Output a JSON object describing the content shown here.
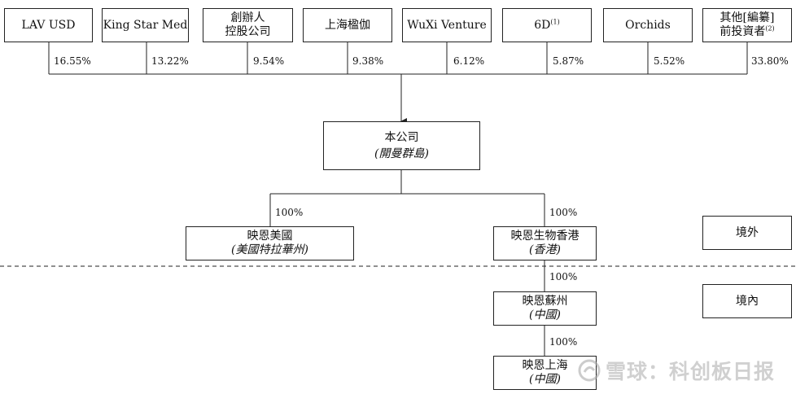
{
  "shareholders": [
    {
      "name": "LAV USD",
      "percent": "16.55%"
    },
    {
      "name": "King Star Med",
      "percent": "13.22%"
    },
    {
      "name": "創辦人",
      "name_line2": "控股公司",
      "percent": "9.54%"
    },
    {
      "name": "上海楹伽",
      "percent": "9.38%"
    },
    {
      "name": "WuXi Venture",
      "percent": "6.12%"
    },
    {
      "name": "6D",
      "note": "(1)",
      "percent": "5.87%"
    },
    {
      "name": "Orchids",
      "percent": "5.52%"
    },
    {
      "name": "其他[編纂]",
      "name_line2": "前投資者",
      "note": "(2)",
      "percent": "33.80%"
    }
  ],
  "company": {
    "name": "本公司",
    "jurisdiction": "(開曼群島)"
  },
  "subsidiaries": {
    "us": {
      "name": "映恩美國",
      "jurisdiction": "(美國特拉華州)",
      "percent": "100%"
    },
    "hk": {
      "name": "映恩生物香港",
      "jurisdiction": "(香港)",
      "percent": "100%"
    },
    "suzhou": {
      "name": "映恩蘇州",
      "jurisdiction": "(中國)",
      "percent": "100%"
    },
    "shanghai": {
      "name": "映恩上海",
      "jurisdiction": "(中國)",
      "percent": "100%"
    }
  },
  "regions": {
    "offshore": "境外",
    "onshore": "境內"
  },
  "watermark": "雪球：科创板日报",
  "colors": {
    "line": "#222222",
    "watermark": "#aaaaaa"
  }
}
